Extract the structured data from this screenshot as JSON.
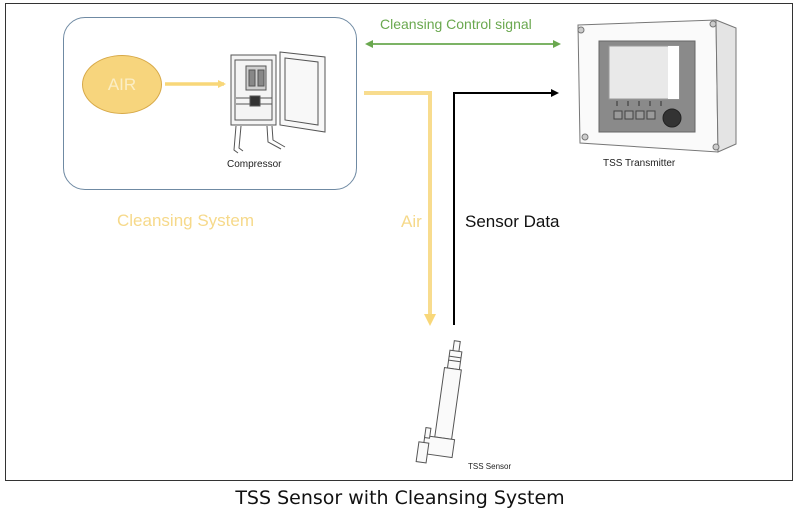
{
  "diagram": {
    "caption": "TSS Sensor with Cleansing System",
    "group_label": "Cleansing System",
    "nodes": {
      "air_source": {
        "label": "AIR",
        "icon": "air-source-ellipse"
      },
      "compressor": {
        "label": "Compressor",
        "icon": "compressor-cabinet-icon"
      },
      "transmitter": {
        "label": "TSS Transmitter",
        "icon": "transmitter-device-icon"
      },
      "sensor": {
        "label": "TSS Sensor",
        "icon": "sensor-probe-icon"
      }
    },
    "edges": {
      "control_signal": {
        "label": "Cleansing Control signal",
        "from": "Cleansing System",
        "to": "TSS Transmitter",
        "bidirectional": true
      },
      "air_flow": {
        "label": "Air",
        "from": "Compressor",
        "to": "TSS Sensor"
      },
      "sensor_data": {
        "label": "Sensor Data",
        "from": "TSS Sensor",
        "to": "TSS Transmitter"
      },
      "air_to_compressor": {
        "label": "",
        "from": "AIR",
        "to": "Compressor"
      }
    },
    "colors": {
      "air": "#f7d57d",
      "air_line": "#f8dc8e",
      "control": "#6aa84f",
      "data": "#000000",
      "group_border": "#6f8aa3",
      "group_label": "#f6d98a"
    }
  }
}
